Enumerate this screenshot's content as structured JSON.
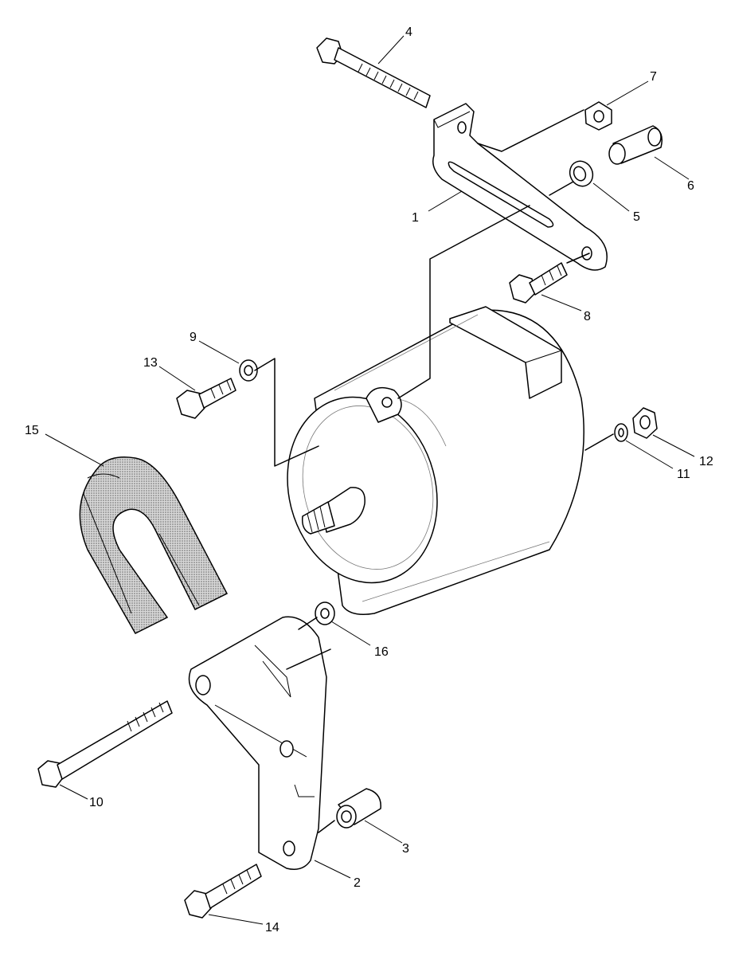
{
  "callouts": [
    {
      "id": "1",
      "text": "1"
    },
    {
      "id": "2",
      "text": "2"
    },
    {
      "id": "3",
      "text": "3"
    },
    {
      "id": "4",
      "text": "4"
    },
    {
      "id": "5",
      "text": "5"
    },
    {
      "id": "6",
      "text": "6"
    },
    {
      "id": "7",
      "text": "7"
    },
    {
      "id": "8",
      "text": "8"
    },
    {
      "id": "9",
      "text": "9"
    },
    {
      "id": "10",
      "text": "10"
    },
    {
      "id": "11",
      "text": "11"
    },
    {
      "id": "12",
      "text": "12"
    },
    {
      "id": "13",
      "text": "13"
    },
    {
      "id": "14",
      "text": "14"
    },
    {
      "id": "15",
      "text": "15"
    },
    {
      "id": "16",
      "text": "16"
    }
  ],
  "colors": {
    "ink": "#000000",
    "belt_fill": "#bdbdbd",
    "background": "#ffffff"
  }
}
